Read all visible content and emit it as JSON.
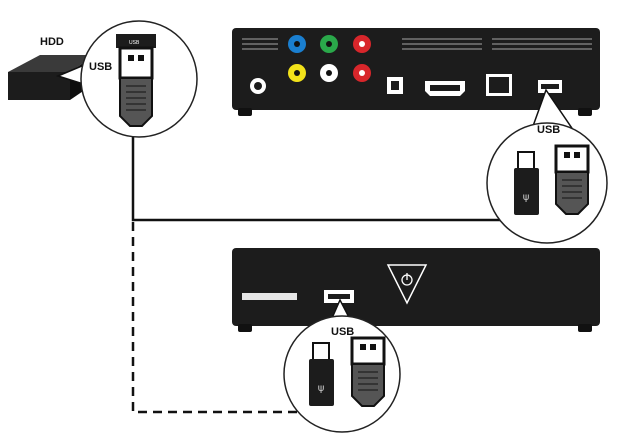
{
  "labels": {
    "hdd": "HDD",
    "usb_hdd": "USB",
    "usb_port_tag": "USB",
    "usb_back": "USB",
    "usb_front": "USB"
  },
  "colors": {
    "device_body": "#1c1c1c",
    "rca_blue": "#1a7fd0",
    "rca_green": "#2aa84a",
    "rca_red": "#d8262b",
    "rca_yellow": "#f2e21a",
    "rca_white": "#ffffff",
    "cable": "#111111"
  }
}
